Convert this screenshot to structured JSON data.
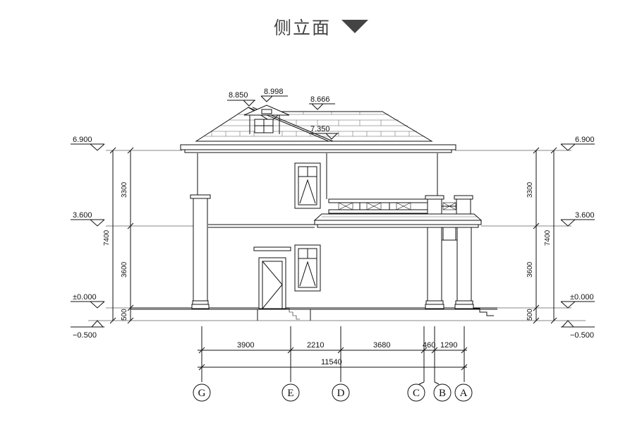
{
  "title": "侧立面",
  "colors": {
    "line": "#111111",
    "title": "#444444"
  },
  "levels": {
    "roof_level": "6.900",
    "first_floor": "3.600",
    "ground": "±0.000",
    "outdoor": "−0.500"
  },
  "roof_elevations": {
    "dormer_left": "8.850",
    "dormer_peak": "8.998",
    "ridge": "8.666",
    "eave": "7.350"
  },
  "vertical_dims": {
    "upper": "3300",
    "lower": "3600",
    "base": "500",
    "total": "7400"
  },
  "horizontal_dims": {
    "spans": [
      "3900",
      "2210",
      "3680",
      "460",
      "1290"
    ],
    "total": "11540"
  },
  "axes": [
    "G",
    "E",
    "D",
    "C",
    "B",
    "A"
  ]
}
